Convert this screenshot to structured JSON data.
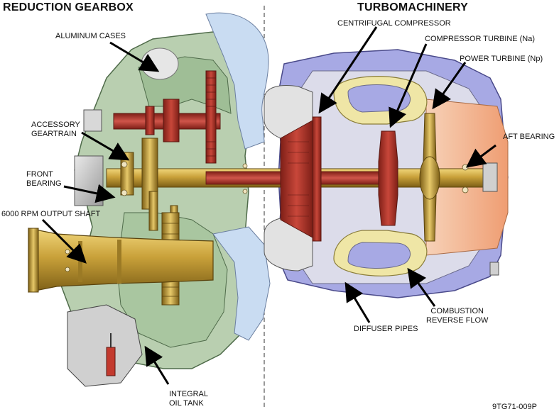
{
  "headings": {
    "left": "REDUCTION GEARBOX",
    "right": "TURBOMACHINERY"
  },
  "labels": {
    "aluminum_cases": "ALUMINUM CASES",
    "accessory_geartrain": [
      "ACCESSORY",
      "GEARTRAIN"
    ],
    "front_bearing": [
      "FRONT",
      "BEARING"
    ],
    "output_shaft": "6000 RPM OUTPUT SHAFT",
    "integral_oil_tank": [
      "INTEGRAL",
      "OIL TANK"
    ],
    "centrifugal_compressor": "CENTRIFUGAL COMPRESSOR",
    "compressor_turbine": "COMPRESSOR TURBINE (Na)",
    "power_turbine": "POWER TURBINE (Np)",
    "aft_bearing": "AFT BEARING",
    "combustion_reverse_flow": [
      "COMBUSTION",
      "REVERSE FLOW"
    ],
    "diffuser_pipes": "DIFFUSER PIPES"
  },
  "figure_id": "9TG71-009P",
  "colors": {
    "case_green": "#b9cfb0",
    "case_green_dark": "#8fae88",
    "air_blue": "#c9dcf2",
    "turbo_lavender": "#a7a9e4",
    "rotor_red": "#b0352a",
    "shaft_gold": "#c9a13a",
    "combustor_yellow": "#efe6a6",
    "hot_orange": "#f2b48f"
  }
}
